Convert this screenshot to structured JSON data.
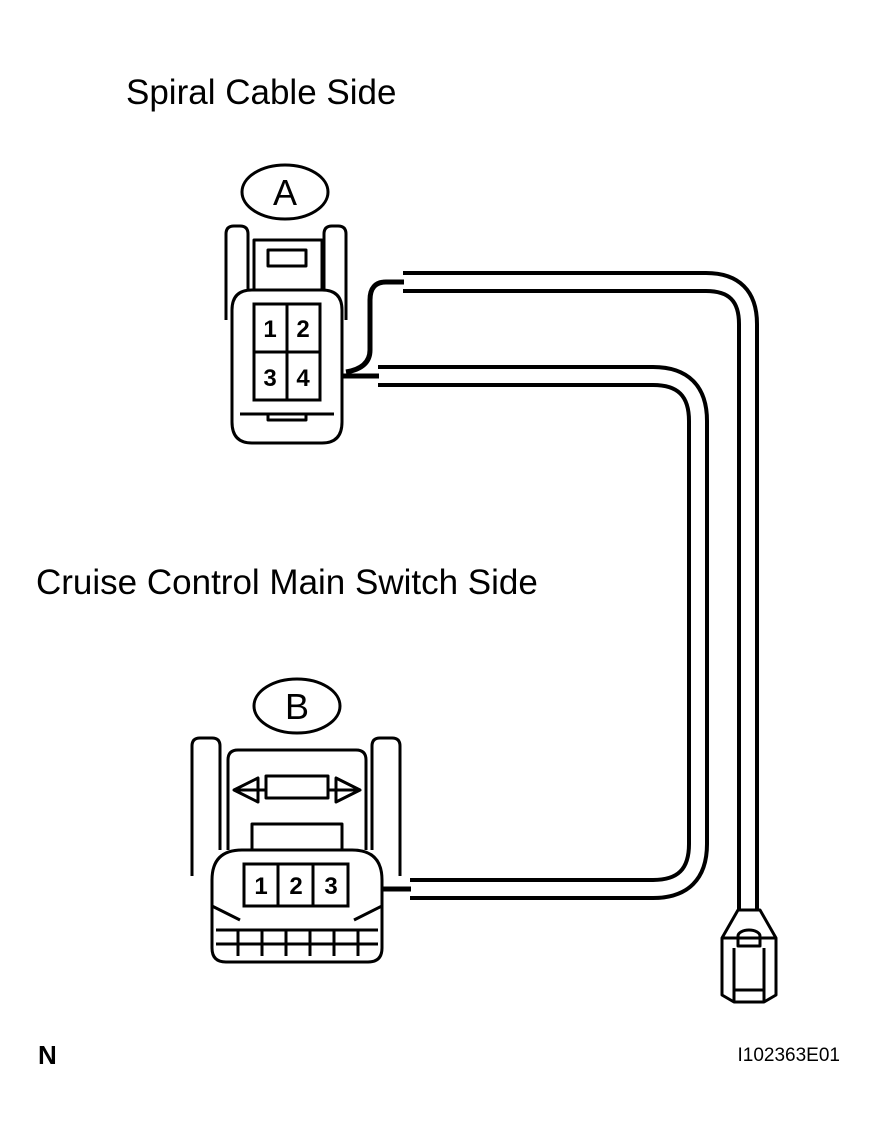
{
  "labels": {
    "spiral_cable_side": "Spiral Cable Side",
    "cruise_control_main_switch_side": "Cruise Control Main Switch Side"
  },
  "connectors": {
    "a": {
      "label": "A",
      "pins": [
        "1",
        "2",
        "3",
        "4"
      ]
    },
    "b": {
      "label": "B",
      "pins": [
        "1",
        "2",
        "3"
      ]
    }
  },
  "footer": {
    "corner_mark": "N",
    "illustration_id": "I102363E01"
  }
}
